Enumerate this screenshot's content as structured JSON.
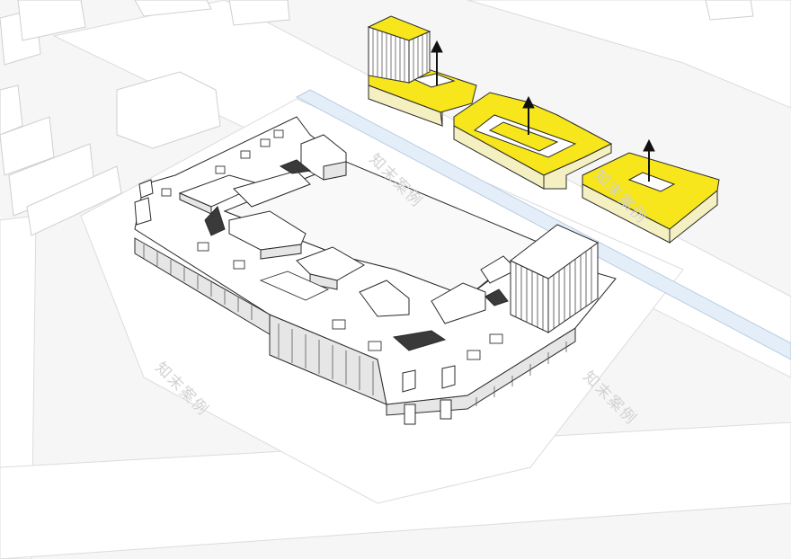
{
  "diagram": {
    "watermarks": [
      "知末案例",
      "知末案例",
      "知末案例",
      "知末案例"
    ],
    "colors": {
      "ground": "#f6f6f6",
      "road": "#ffffff",
      "road_edge": "#dcdcdc",
      "river": "#e4eef8",
      "river_edge": "#b9cde3",
      "building_top": "#ffffff",
      "building_side": "#ececec",
      "building_line": "#2a2a2a",
      "highlight_top": "#f6e61b",
      "highlight_side": "#f5f0c2",
      "arrow": "#111111"
    },
    "highlighted_blocks": 3,
    "up_arrows": 3
  }
}
